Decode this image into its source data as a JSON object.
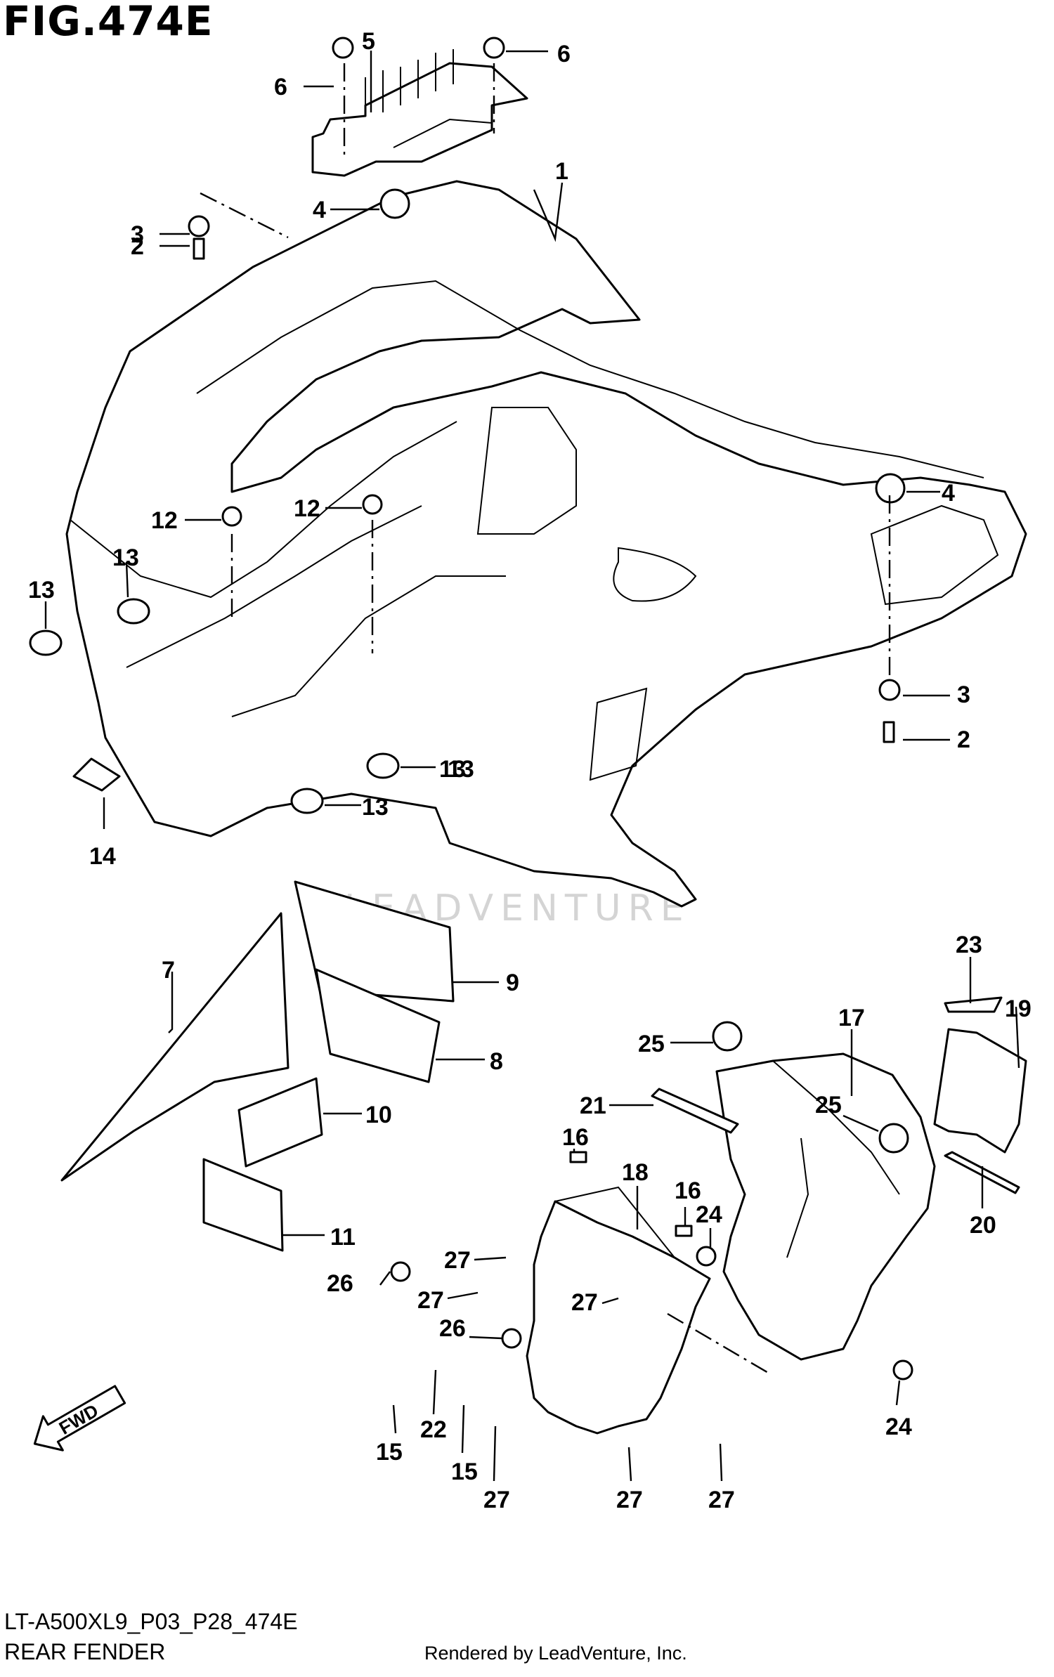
{
  "figure": {
    "title": "FIG.474E",
    "code": "LT-A500XL9_P03_P28_474E",
    "name": "REAR FENDER",
    "rendered_by": "Rendered by LeadVenture, Inc.",
    "watermark": "LEADVENTURE",
    "fwd_label": "FWD"
  },
  "callouts": [
    "5",
    "6",
    "6",
    "1",
    "4",
    "3",
    "2",
    "4",
    "12",
    "12",
    "13",
    "13",
    "13",
    "13",
    "3",
    "2",
    "14",
    "13",
    "7",
    "9",
    "8",
    "10",
    "11",
    "23",
    "19",
    "17",
    "25",
    "21",
    "25",
    "16",
    "18",
    "16",
    "24",
    "20",
    "26",
    "27",
    "27",
    "27",
    "26",
    "24",
    "15",
    "22",
    "15",
    "27",
    "27",
    "27"
  ]
}
